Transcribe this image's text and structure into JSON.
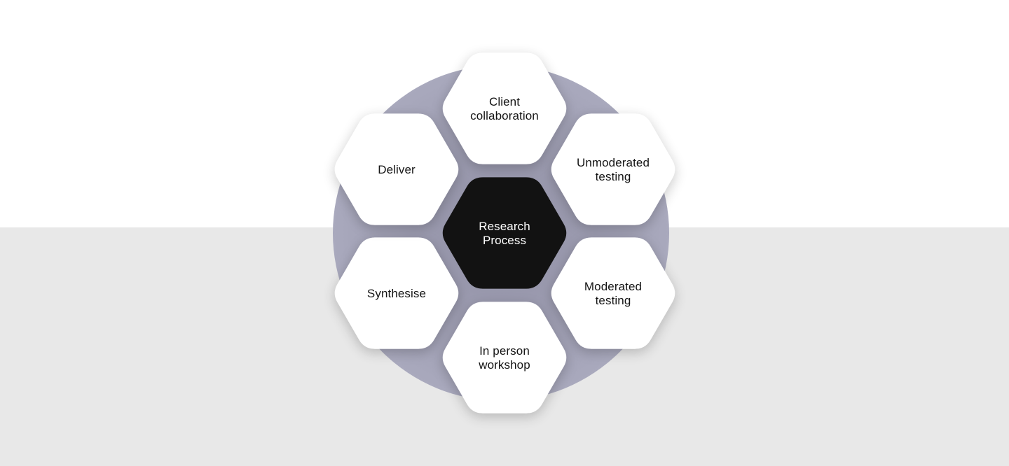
{
  "diagram": {
    "center": {
      "lines": [
        "Research",
        "Process"
      ],
      "fill": "#121212",
      "text_color": "#ffffff"
    },
    "nodes": [
      {
        "id": "client-collaboration",
        "lines": [
          "Client",
          "collaboration"
        ]
      },
      {
        "id": "unmoderated-testing",
        "lines": [
          "Unmoderated",
          "testing"
        ]
      },
      {
        "id": "moderated-testing",
        "lines": [
          "Moderated",
          "testing"
        ]
      },
      {
        "id": "in-person-workshop",
        "lines": [
          "In person",
          "workshop"
        ]
      },
      {
        "id": "synthesise",
        "lines": [
          "Synthesise"
        ]
      },
      {
        "id": "deliver",
        "lines": [
          "Deliver"
        ]
      }
    ],
    "colors": {
      "ring_outer": "#a9a9bd",
      "ring_inner": "#8f8ea3",
      "node_fill": "#ffffff",
      "node_text": "#141414",
      "background_top": "#ffffff",
      "background_bottom": "#e8e8e8"
    }
  }
}
